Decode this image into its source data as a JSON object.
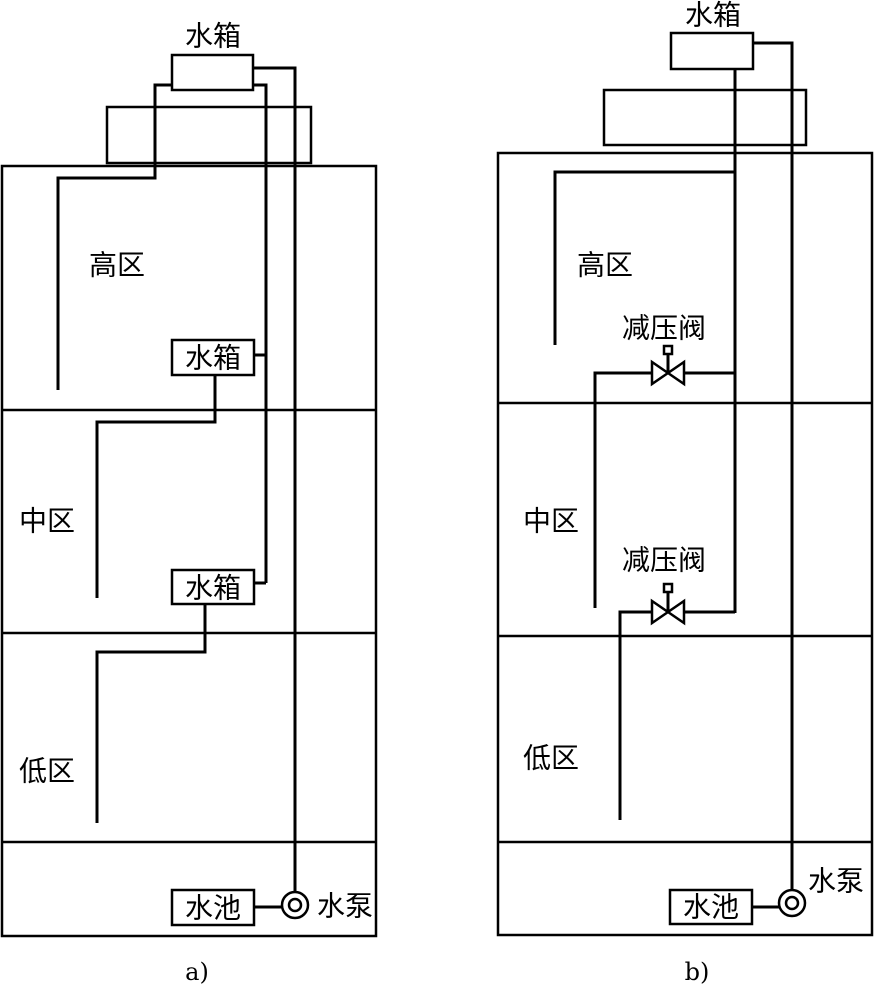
{
  "diagram_a": {
    "roof_tank": "水箱",
    "zone_high": "高区",
    "mid_tank": "水箱",
    "zone_mid": "中区",
    "low_tank": "水箱",
    "zone_low": "低区",
    "reservoir": "水池",
    "pump": "水泵",
    "caption": "a)"
  },
  "diagram_b": {
    "roof_tank": "水箱",
    "zone_high": "高区",
    "valve_upper": "减压阀",
    "zone_mid": "中区",
    "valve_lower": "减压阀",
    "zone_low": "低区",
    "reservoir": "水池",
    "pump": "水泵",
    "caption": "b)"
  },
  "colors": {
    "line": "#000000",
    "background": "#ffffff"
  }
}
